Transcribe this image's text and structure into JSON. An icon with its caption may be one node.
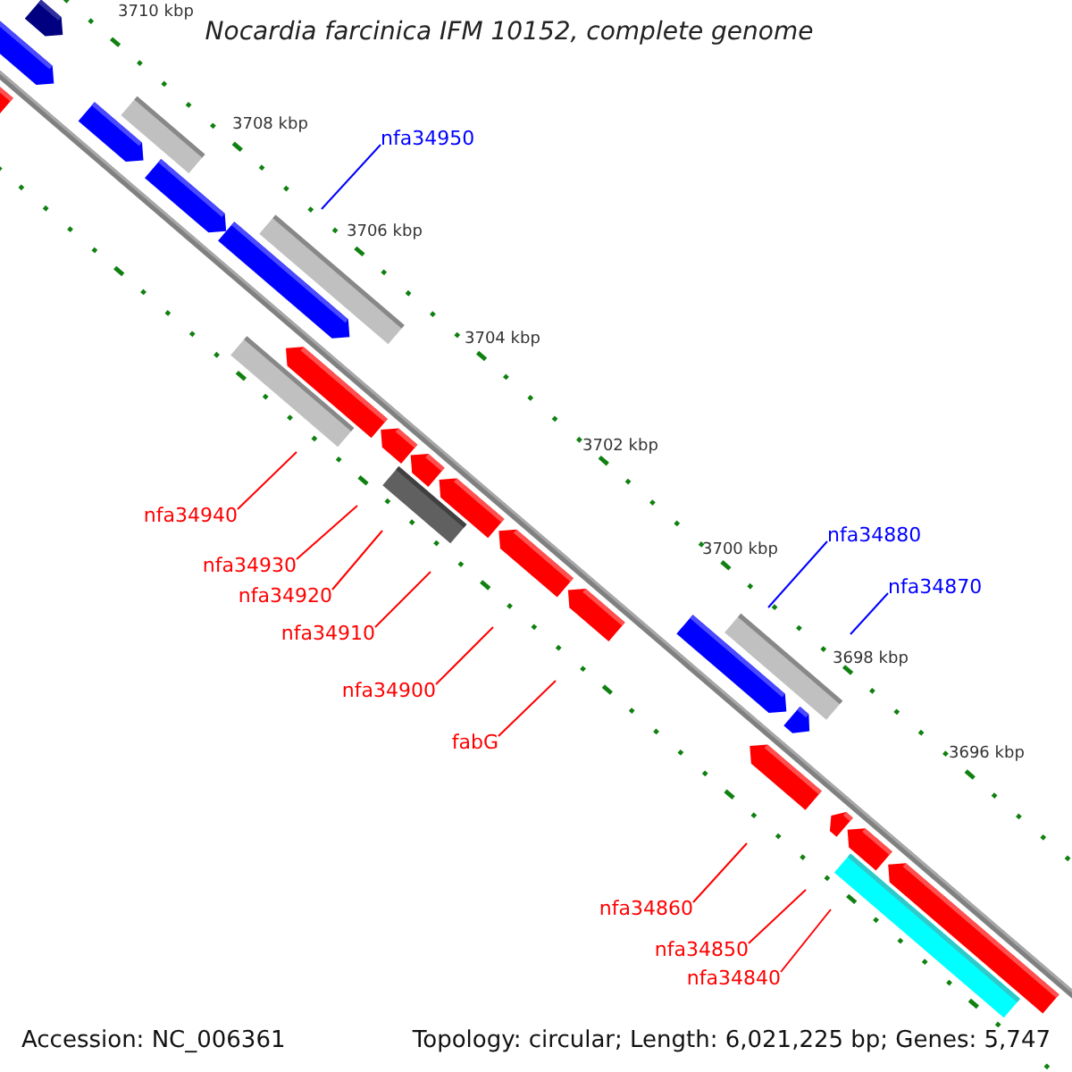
{
  "diagram": {
    "title": "Nocardia farcinica IFM 10152, complete genome",
    "nodes": [
      {
        "text": [
          "nfa34950"
        ]
      },
      {
        "text": [
          "nfa34940"
        ]
      },
      {
        "text": [
          "nfa34930"
        ]
      },
      {
        "text": [
          "nfa34920"
        ]
      },
      {
        "text": [
          "nfa34910"
        ]
      },
      {
        "text": [
          "nfa34900"
        ]
      },
      {
        "text": [
          "fabG"
        ]
      },
      {
        "text": [
          "nfa34880"
        ]
      },
      {
        "text": [
          "nfa34870"
        ]
      },
      {
        "text": [
          "nfa34860"
        ]
      },
      {
        "text": [
          "nfa34850"
        ]
      },
      {
        "text": [
          "nfa34840"
        ]
      }
    ],
    "edges": [
      {
        "from": 0,
        "to": null,
        "arrow": "none",
        "color": "#0000ff"
      },
      {
        "from": 1,
        "to": null,
        "arrow": "none"
      },
      {
        "from": 2,
        "to": null,
        "arrow": "none"
      },
      {
        "from": 3,
        "to": null,
        "arrow": "none"
      },
      {
        "from": 4,
        "to": null,
        "arrow": "none"
      },
      {
        "from": 5,
        "to": null,
        "arrow": "none"
      },
      {
        "from": 6,
        "to": null,
        "arrow": "none"
      },
      {
        "from": 7,
        "to": null,
        "arrow": "none",
        "color": "#0000ff"
      },
      {
        "from": 8,
        "to": null,
        "arrow": "none",
        "color": "#0000ff"
      },
      {
        "from": 9,
        "to": null,
        "arrow": "none"
      },
      {
        "from": 10,
        "to": null,
        "arrow": "none"
      },
      {
        "from": 11,
        "to": null,
        "arrow": "none"
      }
    ],
    "labels": [
      "3710 kbp",
      "3708 kbp",
      "3706 kbp",
      "3704 kbp",
      "3702 kbp",
      "3700 kbp",
      "3698 kbp",
      "3696 kbp",
      "Accession: NC_006361",
      "Topology: circular; Length: 6,021,225 bp; Genes: 5,747"
    ]
  }
}
